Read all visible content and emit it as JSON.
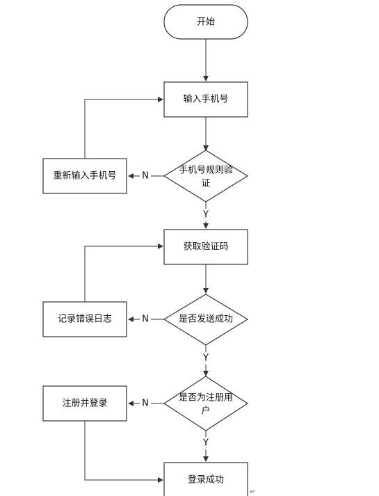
{
  "flowchart": {
    "nodes": {
      "start": "开始",
      "input_phone": "输入手机号",
      "phone_check_line1": "手机号规则验",
      "phone_check_line2": "证",
      "reenter_phone": "重新输入手机号",
      "get_code": "获取验证码",
      "send_check": "是否发送成功",
      "log_error": "记录错误日志",
      "user_check_line1": "是否为注册用",
      "user_check_line2": "户",
      "register_login": "注册并登录",
      "login_success": "登录成功"
    },
    "edge_labels": {
      "no_phone": "N",
      "yes_phone": "Y",
      "no_send": "N",
      "yes_send": "Y",
      "no_user": "N",
      "yes_user": "Y"
    },
    "return_mark": "↵"
  }
}
